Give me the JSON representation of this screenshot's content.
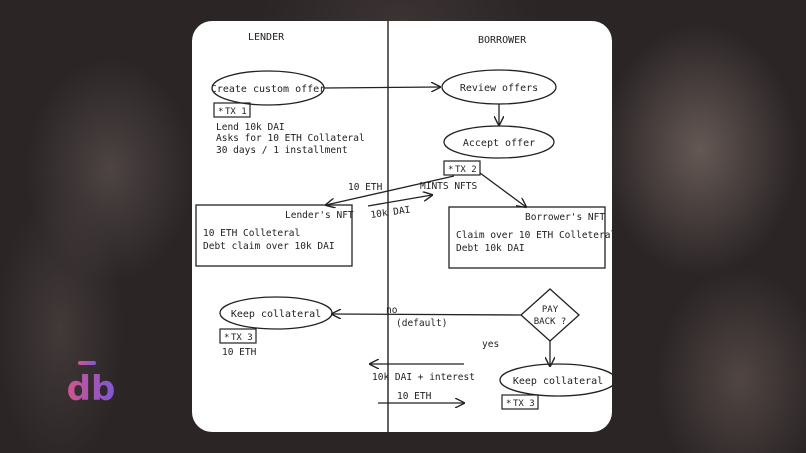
{
  "columns": {
    "left": "LENDER",
    "right": "BORROWER"
  },
  "nodes": {
    "create_offer": "Create custom offer",
    "review_offers": "Review offers",
    "accept_offer": "Accept offer",
    "keep_collateral_lender": "Keep collateral",
    "keep_collateral_borrower": "Keep collateral",
    "decision_line1": "PAY",
    "decision_line2": "BACK ?"
  },
  "tx": {
    "tx1": "TX 1",
    "tx2": "TX 2",
    "tx3_lender": "TX 3",
    "tx3_borrower": "TX 3"
  },
  "offer_terms": [
    "Lend 10k DAI",
    "Asks for 10 ETH Collateral",
    "30 days / 1 installment"
  ],
  "mints": "MINTS NFTS",
  "lender_nft": {
    "title": "Lender's NFT",
    "lines": [
      "10 ETH Colleteral",
      "Debt claim over 10k DAI"
    ]
  },
  "borrower_nft": {
    "title": "Borrower's NFT",
    "lines": [
      "Claim over 10 ETH Colleteral",
      "Debt 10k DAI"
    ]
  },
  "flows": {
    "eth_to_lender": "10 ETH",
    "dai_to_borrower": "10k DAI",
    "no_label": "no",
    "default_label": "(default)",
    "yes_label": "yes",
    "lender_keeps": "10 ETH",
    "repay": "10k DAI + interest",
    "eth_back": "10 ETH"
  },
  "logo": "db",
  "colors": {
    "card": "#ffffff",
    "ink": "#222222",
    "background": "#2b2526",
    "logo_pink": "#d2558f",
    "logo_purple": "#7d57d6"
  }
}
